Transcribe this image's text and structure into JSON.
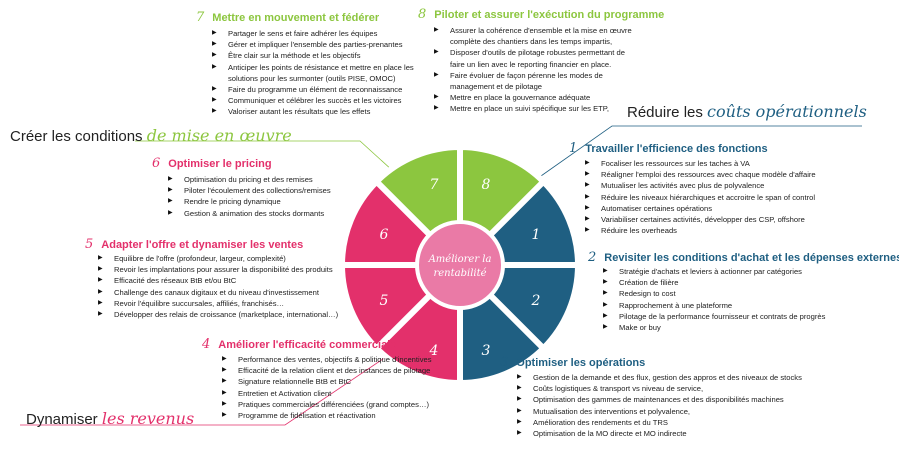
{
  "themes": {
    "creer": {
      "prefix": "Créer les conditions",
      "emphasis": "de mise en œuvre"
    },
    "reduire": {
      "prefix": "Réduire les",
      "emphasis": "coûts opérationnels"
    },
    "dynamiser": {
      "prefix": "Dynamiser",
      "emphasis": "les revenus"
    }
  },
  "center": {
    "line1": "Améliorer la",
    "line2": "rentabilité"
  },
  "wheel_numbers": [
    "1",
    "2",
    "3",
    "4",
    "5",
    "6",
    "7",
    "8"
  ],
  "colors": {
    "green": "#8cc63f",
    "pink": "#e3306b",
    "blue": "#1f5f82",
    "center": "#ea7aa6"
  },
  "sections": [
    {
      "num": "1",
      "title": "Travailler l'efficience des fonctions",
      "items": [
        "Focaliser les ressources sur les taches à VA",
        "Réaligner l'emploi des ressources avec chaque modèle d'affaire",
        "Mutualiser les activités avec plus de polyvalence",
        "Réduire les niveaux hiérarchiques et accroitre le span of control",
        "Automatiser certaines opérations",
        "Variabiliser certaines activités, développer des CSP, offshore",
        "Réduire les overheads"
      ]
    },
    {
      "num": "2",
      "title": "Revisiter les conditions d'achat et les dépenses externes",
      "items": [
        "Stratégie d'achats et leviers à actionner par catégories",
        "Création de filière",
        "Redesign to cost",
        "Rapprochement à une plateforme",
        "Pilotage de la performance fournisseur et contrats de progrès",
        "Make or buy"
      ]
    },
    {
      "num": "3",
      "title": "Optimiser les opérations",
      "items": [
        "Gestion de la demande et des flux, gestion des appros et des niveaux de stocks",
        "Coûts logistiques & transport vs niveau de service,",
        "Optimisation des gammes de maintenances et des disponibilités machines",
        "Mutualisation des interventions et polyvalence,",
        "Amélioration des rendements et du TRS",
        "Optimisation de la MO directe et MO indirecte"
      ]
    },
    {
      "num": "4",
      "title": "Améliorer l'efficacité commerciale",
      "items": [
        "Performance des ventes, objectifs & politique d'incentives",
        "Efficacité de la relation client et des instances de pilotage",
        "Signature relationnelle BtB et BtC",
        "Entretien et Activation client",
        "Pratiques commerciales différenciées (grand comptes…)",
        "Programme de fidélisation et réactivation"
      ]
    },
    {
      "num": "5",
      "title": "Adapter l'offre et dynamiser les ventes",
      "items": [
        "Equilibre de l'offre (profondeur, largeur, complexité)",
        "Revoir les implantations pour assurer la disponibilité des produits",
        "Efficacité des réseaux BtB et/ou BtC",
        "Challenge des canaux digitaux et du niveau d'investissement",
        "Revoir l'équilibre succursales, affiliés, franchisés…",
        "Développer des relais de croissance (marketplace, international…)"
      ]
    },
    {
      "num": "6",
      "title": "Optimiser le pricing",
      "items": [
        "Optimisation du pricing et des remises",
        "Piloter l'écoulement des collections/remises",
        "Rendre le pricing dynamique",
        "Gestion & animation des stocks dormants"
      ]
    },
    {
      "num": "7",
      "title": "Mettre en mouvement et fédérer",
      "items": [
        "Partager le sens et faire adhérer les équipes",
        "Gérer et impliquer l'ensemble des parties-prenantes",
        "Être clair sur la méthode et les objectifs",
        "Anticiper les points de résistance et mettre en place les solutions pour les surmonter (outils PISE, OMOC)",
        "Faire du programme un élément de reconnaissance",
        "Communiquer et célébrer les succès et les victoires",
        "Valoriser autant les résultats que les effets"
      ]
    },
    {
      "num": "8",
      "title": "Piloter et assurer l'exécution du programme",
      "items": [
        "Assurer la cohérence d'ensemble et la mise en œuvre complète des chantiers dans les temps impartis,",
        "Disposer d'outils de pilotage robustes permettant de faire un lien avec le reporting financier en place.",
        "Faire évoluer de façon pérenne les modes de management et de pilotage",
        "Mettre en place la gouvernance adéquate",
        "Mettre en place un suivi spécifique sur les ETP,"
      ]
    }
  ]
}
